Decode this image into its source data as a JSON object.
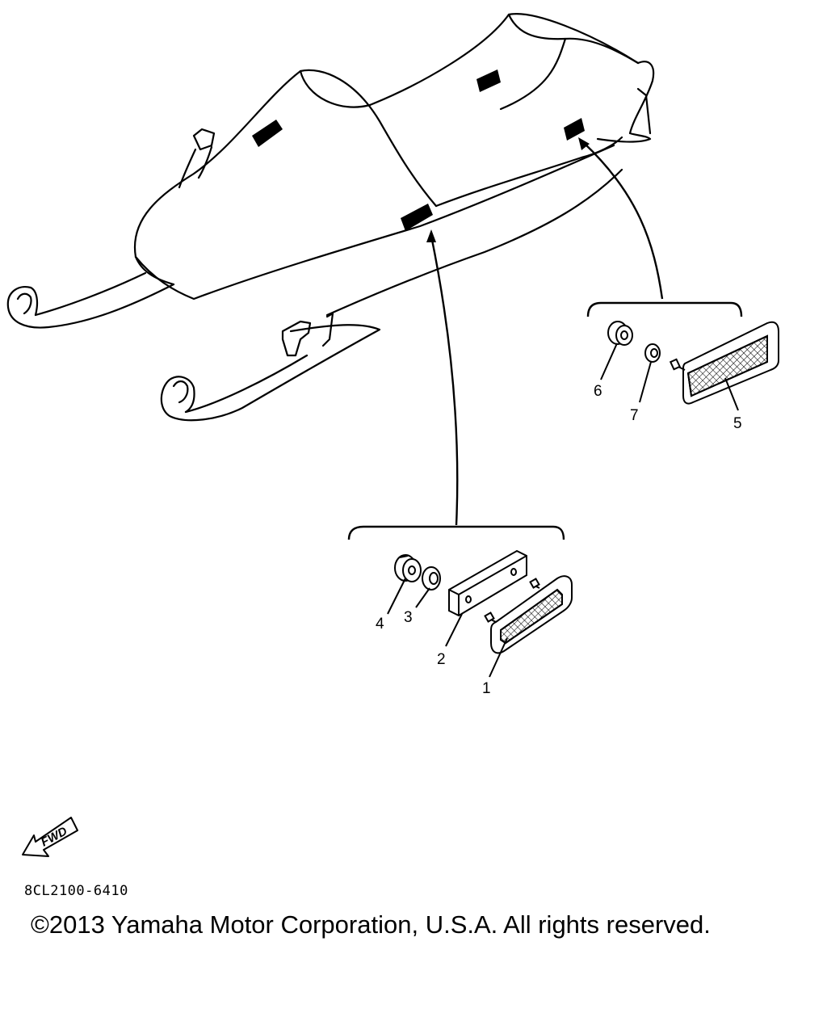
{
  "diagram": {
    "callouts": [
      "1",
      "2",
      "3",
      "4",
      "5",
      "6",
      "7"
    ],
    "fwd_label": "FWD",
    "part_code": "8CL2100-6410",
    "copyright": "©2013 Yamaha Motor Corporation, U.S.A. All rights reserved."
  }
}
